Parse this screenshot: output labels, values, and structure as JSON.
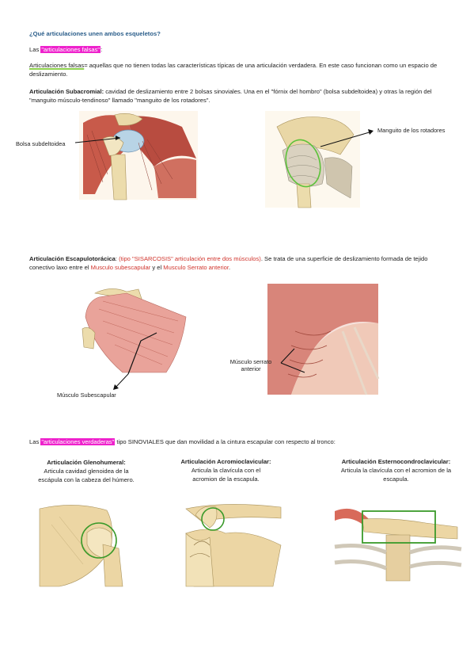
{
  "title": "¿Qué articulaciones unen ambos esqueletos?",
  "falsas_line": {
    "prefix": "Las ",
    "highlight": "\"articulaciones falsas\"",
    "suffix": ":"
  },
  "falsas_def": {
    "term": "Articulaciones falsas",
    "rest": "= aquellas que no tienen todas las características típicas de una articulación verdadera. En este caso funcionan como un espacio de deslizamiento."
  },
  "subacromial": {
    "term": "Articulación Subacromial:",
    "rest": " cavidad de deslizamiento entre 2 bolsas sinoviales. Una en el \"fórnix del hombro\" (bolsa subdeltoidea) y otras la región del \"manguito músculo-tendinoso\" llamado \"manguito de los rotadores\"."
  },
  "labels": {
    "bolsa": "Bolsa subdeltoidea",
    "manguito": "Manguito de los rotadores",
    "subescapular": "Músculo Subescapular",
    "serrato": "Músculo serrato anterior"
  },
  "escapulo": {
    "term": "Articulación Escapulotorácica",
    "colon": ": ",
    "red1": "(tipo \"SISARCOSIS\" articulación entre dos músculos)",
    "mid": ". Se trata de una superficie de deslizamiento formada de tejido conectivo laxo entre el ",
    "red2": "Musculo subescapular",
    "and": " y el ",
    "red3": "Musculo Serrato anterior",
    "end": "."
  },
  "verdaderas_line": {
    "prefix": "Las ",
    "highlight": "\"articulaciones verdaderas\"",
    "suffix": " tipo SINOVIALES que dan movilidad a la cintura escapular con respecto al tronco:"
  },
  "joints": [
    {
      "title": "Articulación Glenohumeral:",
      "desc": "Articula cavidad glenoidea de la escápula con la cabeza del húmero."
    },
    {
      "title": "Articulación Acromioclavicular:",
      "desc": "Articula la clavícula con el acromion de la escapula."
    },
    {
      "title": "Articulación Esternocondroclavicular:",
      "desc": "Articula la clavícula con el acromion de la escapula."
    }
  ],
  "colors": {
    "highlight": "#ee22cc",
    "red_text": "#d0342c",
    "title_blue": "#2a5d8a",
    "circle_green": "#3a9a2a",
    "underline_green": "#8fd14f"
  }
}
